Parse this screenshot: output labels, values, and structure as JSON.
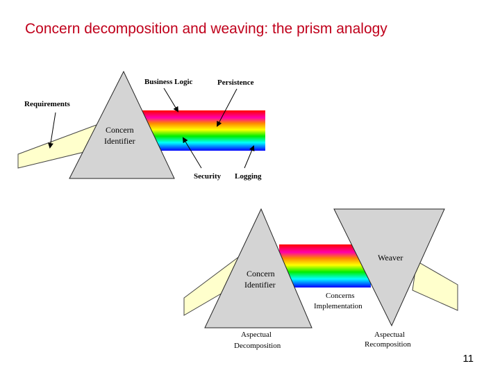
{
  "slide": {
    "title": "Concern decomposition and weaving: the prism analogy",
    "page_number": "11"
  },
  "top_diagram": {
    "labels": {
      "requirements": "Requirements",
      "business_logic": "Business Logic",
      "persistence": "Persistence",
      "security": "Security",
      "logging": "Logging",
      "prism_line1": "Concern",
      "prism_line2": "Identifier"
    }
  },
  "bottom_diagram": {
    "labels": {
      "prism_line1": "Concern",
      "prism_line2": "Identifier",
      "weaver": "Weaver",
      "concerns_line1": "Concerns",
      "concerns_line2": "Implementation",
      "decomp_line1": "Aspectual",
      "decomp_line2": "Decomposition",
      "recomp_line1": "Aspectual",
      "recomp_line2": "Recomposition"
    }
  },
  "colors": {
    "title": "#c0001b",
    "prism_fill": "#d4d4d4",
    "beam_fill": "#ffffcc",
    "spectrum": [
      "#ff0000",
      "#ff00ff",
      "#ff8800",
      "#ffff00",
      "#00ee00",
      "#00ffff",
      "#0000ff"
    ]
  }
}
